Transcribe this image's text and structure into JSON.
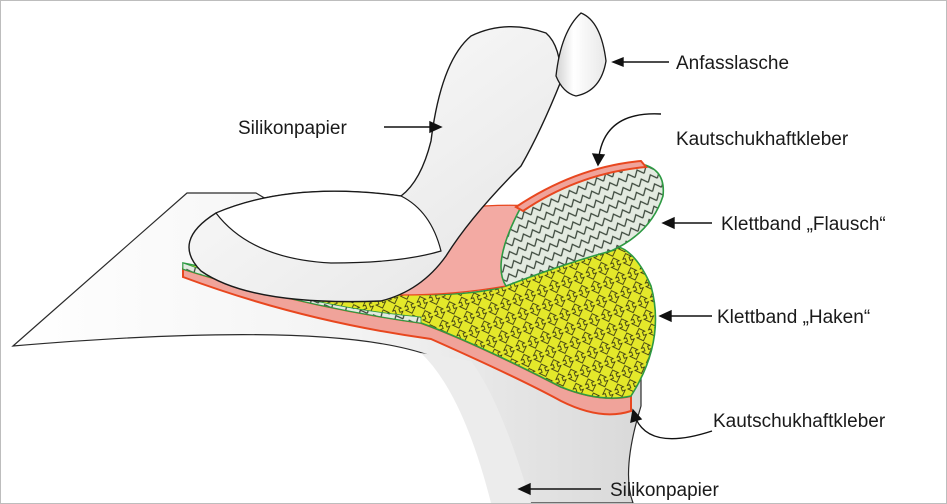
{
  "labels": {
    "tab": "Anfasslasche",
    "paper_top": "Silikonpapier",
    "adhesive_top": "Kautschukhaftkleber",
    "loop": "Klettband „Flausch“",
    "hook": "Klettband „Haken“",
    "adhesive_bottom": "Kautschukhaftkleber",
    "paper_bottom": "Silikonpapier"
  },
  "colors": {
    "adhesive": "#f0a39a",
    "adhesive_edge": "#e8471f",
    "hook_fill": "#e4e82a",
    "loop_fill": "#dfe7dc",
    "edge_green": "#2e9a43",
    "paper": "#ffffff",
    "paper_shade": "#e6e6e6"
  }
}
